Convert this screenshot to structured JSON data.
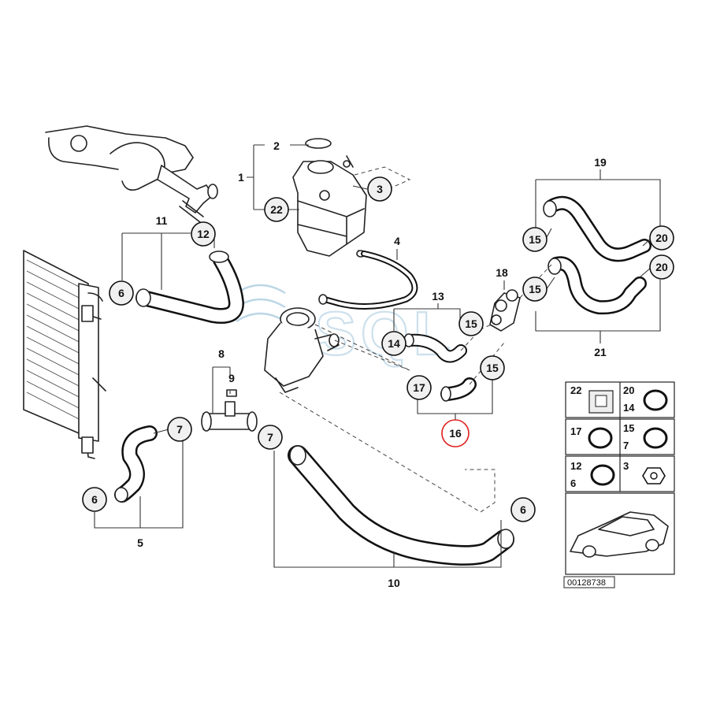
{
  "diagram": {
    "document_id": "00128738",
    "watermark": "SQL",
    "highlighted_part": "16",
    "callouts": {
      "c_2": "2",
      "c_1": "1",
      "c_3": "3",
      "c_22": "22",
      "c_4": "4",
      "c_11": "11",
      "c_12": "12",
      "c_6_left": "6",
      "c_8": "8",
      "c_9": "9",
      "c_7_left": "7",
      "c_7_right": "7",
      "c_6_bottom": "6",
      "c_5": "5",
      "c_10": "10",
      "c_6_right": "6",
      "c_13": "13",
      "c_14": "14",
      "c_15_mid": "15",
      "c_15_low": "15",
      "c_17": "17",
      "c_16": "16",
      "c_18": "18",
      "c_19": "19",
      "c_15_a": "15",
      "c_15_b": "15",
      "c_20_a": "20",
      "c_20_b": "20",
      "c_21": "21"
    },
    "legend": {
      "cells": [
        {
          "labels": [
            "22"
          ]
        },
        {
          "labels": [
            "20",
            "14"
          ]
        },
        {
          "labels": [
            "17"
          ]
        },
        {
          "labels": [
            "15",
            "7"
          ]
        },
        {
          "labels": [
            "12",
            "6"
          ]
        },
        {
          "labels": [
            "3"
          ]
        }
      ]
    },
    "hoses": [
      {
        "name": "coolant hose 11"
      },
      {
        "name": "coolant hose 5"
      },
      {
        "name": "coolant hose 10"
      },
      {
        "name": "vent hose 4"
      },
      {
        "name": "hose 13"
      },
      {
        "name": "hose 16"
      },
      {
        "name": "hose 19"
      },
      {
        "name": "hose 21"
      }
    ]
  }
}
